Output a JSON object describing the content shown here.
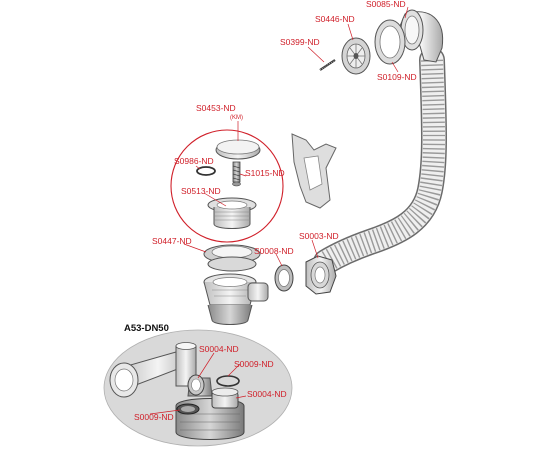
{
  "colors": {
    "label": "#d0202a",
    "part_fill": "#e9e9e9",
    "part_stroke": "#555555",
    "oval_fill": "#d9d9d9",
    "kit_circle": "#d0202a"
  },
  "labels": {
    "s0085": "S0085-ND",
    "s0446": "S0446-ND",
    "s0399": "S0399-ND",
    "s0109": "S0109-ND",
    "s0453": "S0453-ND",
    "s0453_sub": "(KM)",
    "s0986": "S0986-ND",
    "s1015": "S1015-ND",
    "s0513": "S0513-ND",
    "s0447": "S0447-ND",
    "s0003": "S0003-ND",
    "s0008": "S0008-ND",
    "a53_title": "A53-DN50",
    "s0004_top": "S0004-ND",
    "s0009_right": "S0009-ND",
    "s0004_right": "S0004-ND",
    "s0009_left": "S0009-ND"
  }
}
